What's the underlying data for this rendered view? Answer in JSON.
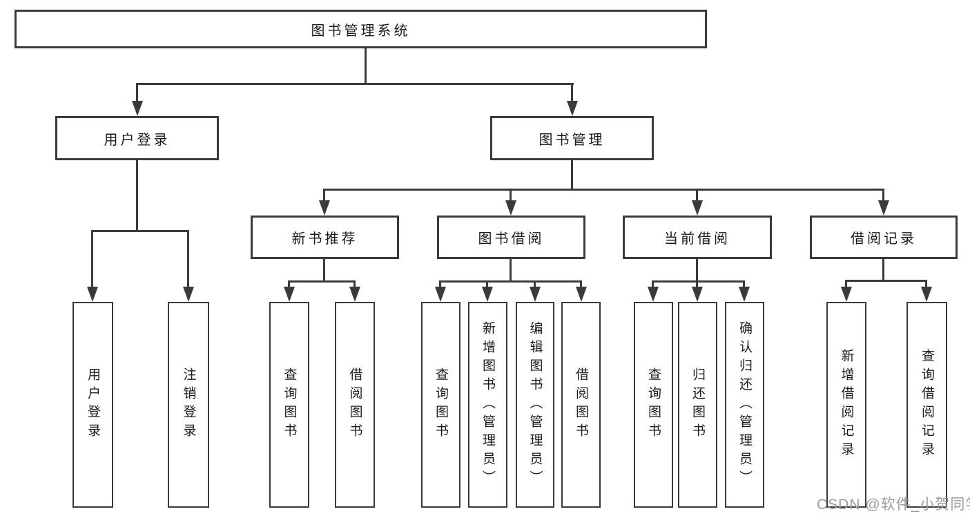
{
  "diagram": {
    "title": "图书管理系统",
    "level2": {
      "user_login": "用户登录",
      "book_mgmt": "图书管理"
    },
    "level3": {
      "new_books": "新书推荐",
      "book_borrow": "图书借阅",
      "current_borrow": "当前借阅",
      "borrow_records": "借阅记录"
    },
    "leaves": {
      "user_login_leaf": "用户登录",
      "logout": "注销登录",
      "nb_query": "查询图书",
      "nb_borrow": "借阅图书",
      "bb_query": "查询图书",
      "bb_add": "新增图书（管理员）",
      "bb_edit": "编辑图书（管理员）",
      "bb_borrow": "借阅图书",
      "cb_query": "查询图书",
      "cb_return": "归还图书",
      "cb_confirm": "确认归还（管理员）",
      "br_add": "新增借阅记录",
      "br_query": "查询借阅记录"
    },
    "watermark": "CSDN @软件_小贺同学"
  },
  "colors": {
    "line": "#3a3a3a",
    "box_background": "#ffffff",
    "text": "#1b1b1b",
    "watermark": "#9b9ba1"
  }
}
